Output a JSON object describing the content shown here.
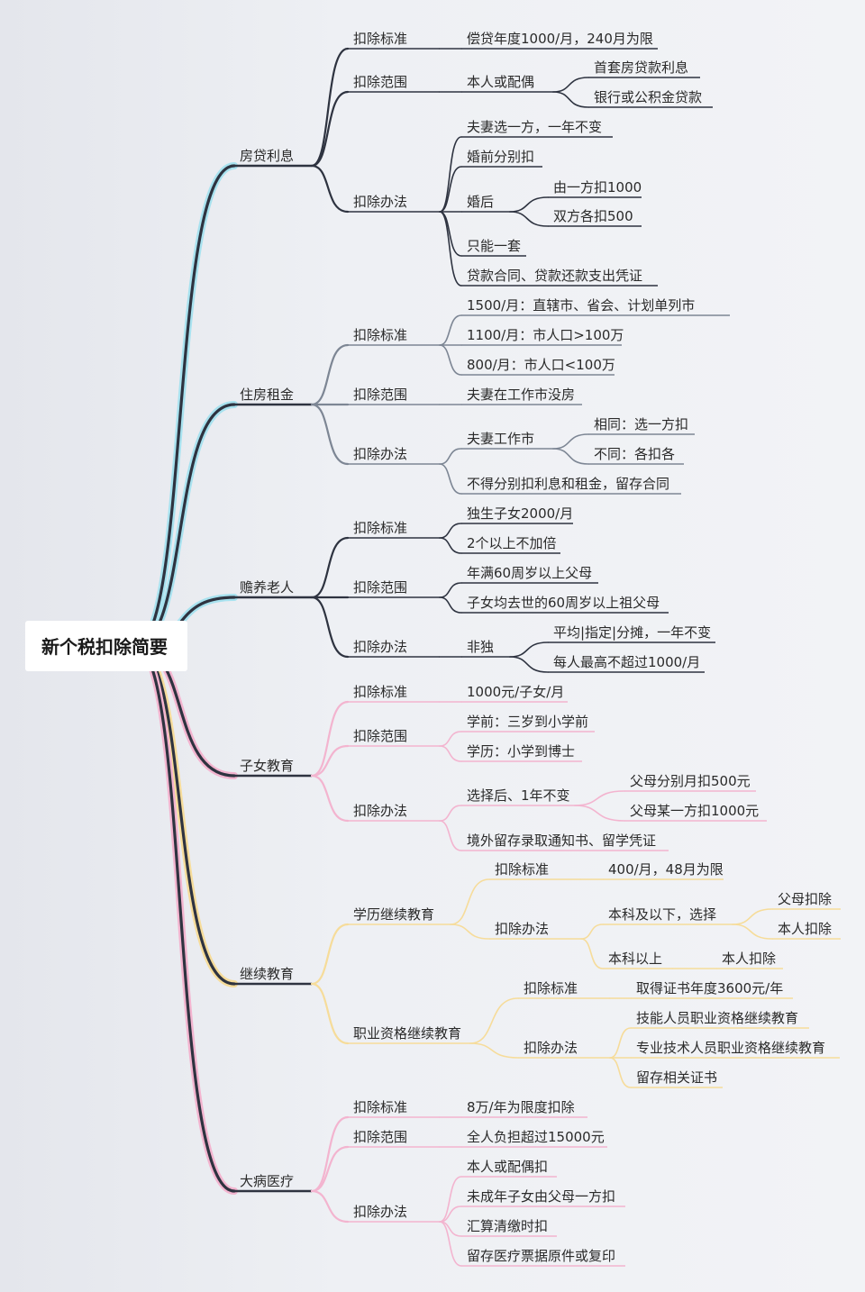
{
  "root": "新个税扣除简要",
  "colors": {
    "dark": "#2e3340",
    "cyan": "#a8e2ef",
    "pink": "#f3b4cf",
    "yellow": "#f6dc9a",
    "grey": "#7d8694"
  },
  "nodes": {
    "n1": "房贷利息",
    "n1_1": "扣除标准",
    "n1_1_1": "偿贷年度1000/月，240月为限",
    "n1_2": "扣除范围",
    "n1_2_1": "本人或配偶",
    "n1_2_1_1": "首套房贷款利息",
    "n1_2_1_2": "银行或公积金贷款",
    "n1_3": "扣除办法",
    "n1_3_1": "夫妻选一方，一年不变",
    "n1_3_2": "婚前分别扣",
    "n1_3_3": "婚后",
    "n1_3_3_1": "由一方扣1000",
    "n1_3_3_2": "双方各扣500",
    "n1_3_4": "只能一套",
    "n1_3_5": "贷款合同、贷款还款支出凭证",
    "n2": "住房租金",
    "n2_1": "扣除标准",
    "n2_1_1": "1500/月：直辖市、省会、计划单列市",
    "n2_1_2": "1100/月：市人口>100万",
    "n2_1_3": "800/月：市人口<100万",
    "n2_2": "扣除范围",
    "n2_2_1": "夫妻在工作市没房",
    "n2_3": "扣除办法",
    "n2_3_1": "夫妻工作市",
    "n2_3_1_1": "相同：选一方扣",
    "n2_3_1_2": "不同：各扣各",
    "n2_3_2": "不得分别扣利息和租金，留存合同",
    "n3": "赡养老人",
    "n3_1": "扣除标准",
    "n3_1_1": "独生子女2000/月",
    "n3_1_2": "2个以上不加倍",
    "n3_2": "扣除范围",
    "n3_2_1": "年满60周岁以上父母",
    "n3_2_2": "子女均去世的60周岁以上祖父母",
    "n3_3": "扣除办法",
    "n3_3_1": "非独",
    "n3_3_1_1": "平均|指定|分摊，一年不变",
    "n3_3_1_2": "每人最高不超过1000/月",
    "n4": "子女教育",
    "n4_1": "扣除标准",
    "n4_1_1": "1000元/子女/月",
    "n4_2": "扣除范围",
    "n4_2_1": "学前：三岁到小学前",
    "n4_2_2": "学历：小学到博士",
    "n4_3": "扣除办法",
    "n4_3_1": "选择后、1年不变",
    "n4_3_1_1": "父母分别月扣500元",
    "n4_3_1_2": "父母某一方扣1000元",
    "n4_3_2": "境外留存录取通知书、留学凭证",
    "n5": "继续教育",
    "n5_1": "学历继续教育",
    "n5_1_1": "扣除标准",
    "n5_1_1_1": "400/月，48月为限",
    "n5_1_2": "扣除办法",
    "n5_1_2_1": "本科及以下，选择",
    "n5_1_2_1_1": "父母扣除",
    "n5_1_2_1_2": "本人扣除",
    "n5_1_2_2": "本科以上",
    "n5_1_2_2_1": "本人扣除",
    "n5_2": "职业资格继续教育",
    "n5_2_1": "扣除标准",
    "n5_2_1_1": "取得证书年度3600元/年",
    "n5_2_2": "扣除办法",
    "n5_2_2_1": "技能人员职业资格继续教育",
    "n5_2_2_2": "专业技术人员职业资格继续教育",
    "n5_2_2_3": "留存相关证书",
    "n6": "大病医疗",
    "n6_1": "扣除标准",
    "n6_1_1": "8万/年为限度扣除",
    "n6_2": "扣除范围",
    "n6_2_1": "全人负担超过15000元",
    "n6_3": "扣除办法",
    "n6_3_1": "本人或配偶扣",
    "n6_3_2": "未成年子女由父母一方扣",
    "n6_3_3": "汇算清缴时扣",
    "n6_3_4": "留存医疗票据原件或复印"
  }
}
